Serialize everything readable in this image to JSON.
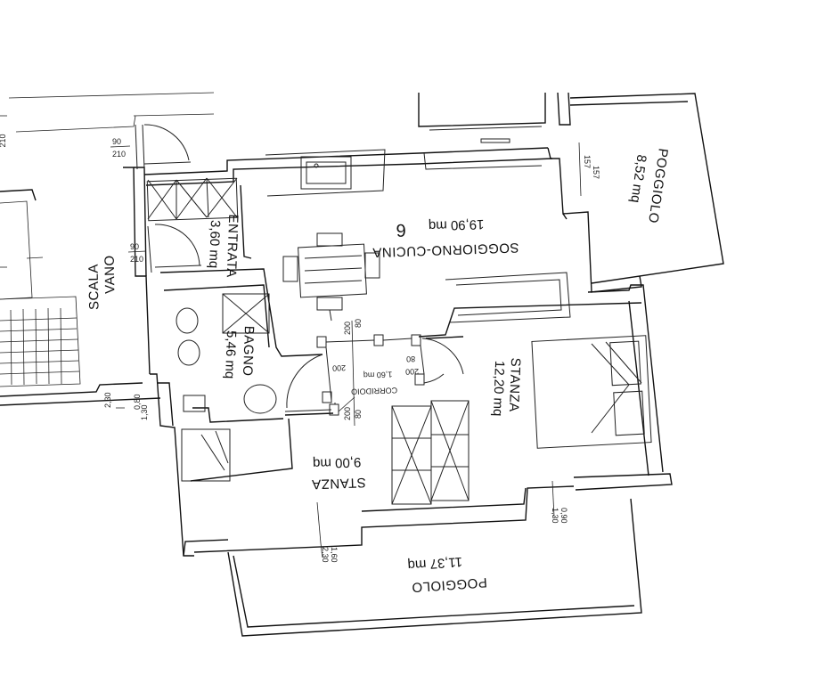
{
  "rooms": {
    "soggiorno": {
      "name": "SOGGIORNO-CUCINA",
      "area": "19,90 mq"
    },
    "entrata": {
      "name": "ENTRATA",
      "area": "3,60 mq"
    },
    "bagno": {
      "name": "BAGNO",
      "area": "5,46 mq"
    },
    "corridoio": {
      "name": "CORRIDOIO",
      "area": "1,60 mq"
    },
    "stanza_right": {
      "name": "STANZA",
      "area": "12,20 mq"
    },
    "stanza_left": {
      "name": "STANZA",
      "area": "9,00 mq"
    },
    "poggiolo_top": {
      "name": "POGGIOLO",
      "area": "8,52 mq"
    },
    "poggiolo_bottom": {
      "name": "POGGIOLO",
      "area": "11,37 mq"
    },
    "vano_scala": {
      "line1": "VANO",
      "line2": "SCALA"
    }
  },
  "dimensions": {
    "door_entry_top": "90",
    "door_entry_top_h": "210",
    "door_entry_mid": "90",
    "door_entry_mid_h": "210",
    "corr_top_a": "80",
    "corr_top_b": "200",
    "corr_bot_a": "80",
    "corr_bot_b": "200",
    "corr_left": "200",
    "corr_right_a": "80",
    "corr_right_b": "200",
    "win_kitchen_a": "157",
    "win_kitchen_b": "157",
    "win_left_a": "2,30",
    "win_left_b": "0,80",
    "win_left_c": "1,30",
    "win_bottom_a": "1,60",
    "win_bottom_b": "2,30",
    "win_right_a": "0,90",
    "win_right_b": "1,30",
    "edge_top": "210"
  },
  "icons": [
    "stair-icon",
    "sink-icon",
    "table-icon",
    "sofa-icon",
    "bed-icon",
    "toilet-icon",
    "shower-icon",
    "wardrobe-icon"
  ]
}
